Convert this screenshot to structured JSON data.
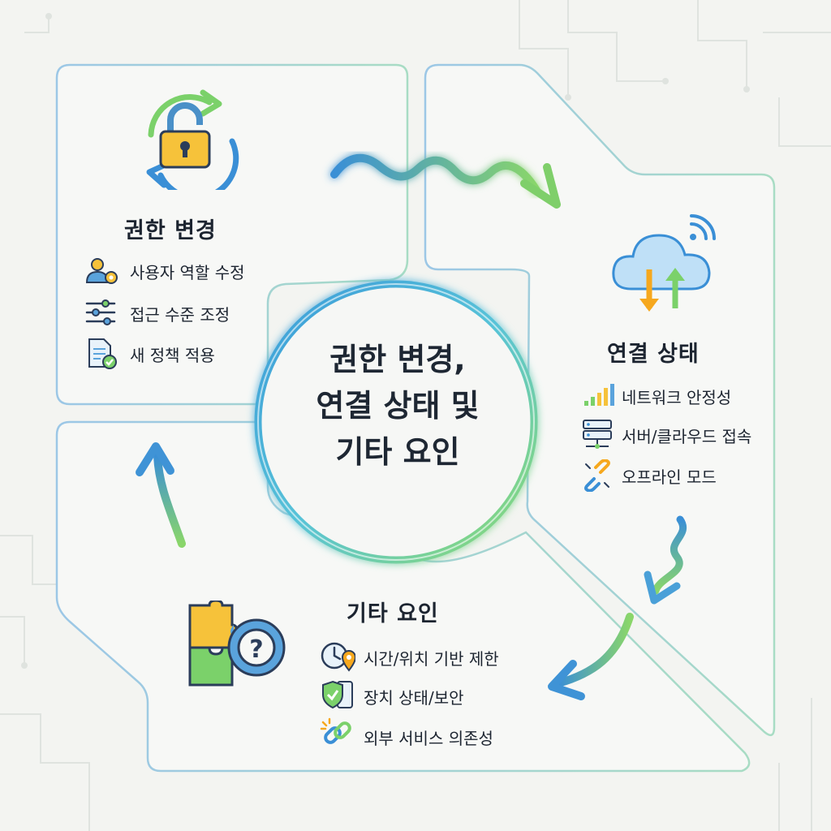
{
  "center": {
    "line1": "권한 변경,",
    "line2": "연결 상태 및",
    "line3": "기타 요인"
  },
  "permission": {
    "title": "권한 변경",
    "items": [
      "사용자 역할 수정",
      "접근 수준 조정",
      "새 정책 적용"
    ]
  },
  "connection": {
    "title": "연결 상태",
    "items": [
      "네트워크 안정성",
      "서버/클라우드 접속",
      "오프라인 모드"
    ]
  },
  "other": {
    "title": "기타 요인",
    "items": [
      "시간/위치 기반 제한",
      "장치 상태/보안",
      "외부 서비스 의존성"
    ]
  },
  "icons": [
    "lock-cycle-icon",
    "user-gear-icon",
    "sliders-icon",
    "document-check-icon",
    "cloud-transfer-icon",
    "signal-bars-icon",
    "server-icon",
    "broken-link-icon",
    "puzzle-gear-icon",
    "clock-location-icon",
    "shield-phone-icon",
    "link-spark-icon"
  ],
  "colors": {
    "accent_blue": "#3a9ad9",
    "accent_green": "#7cd36a",
    "text": "#1c2430"
  }
}
